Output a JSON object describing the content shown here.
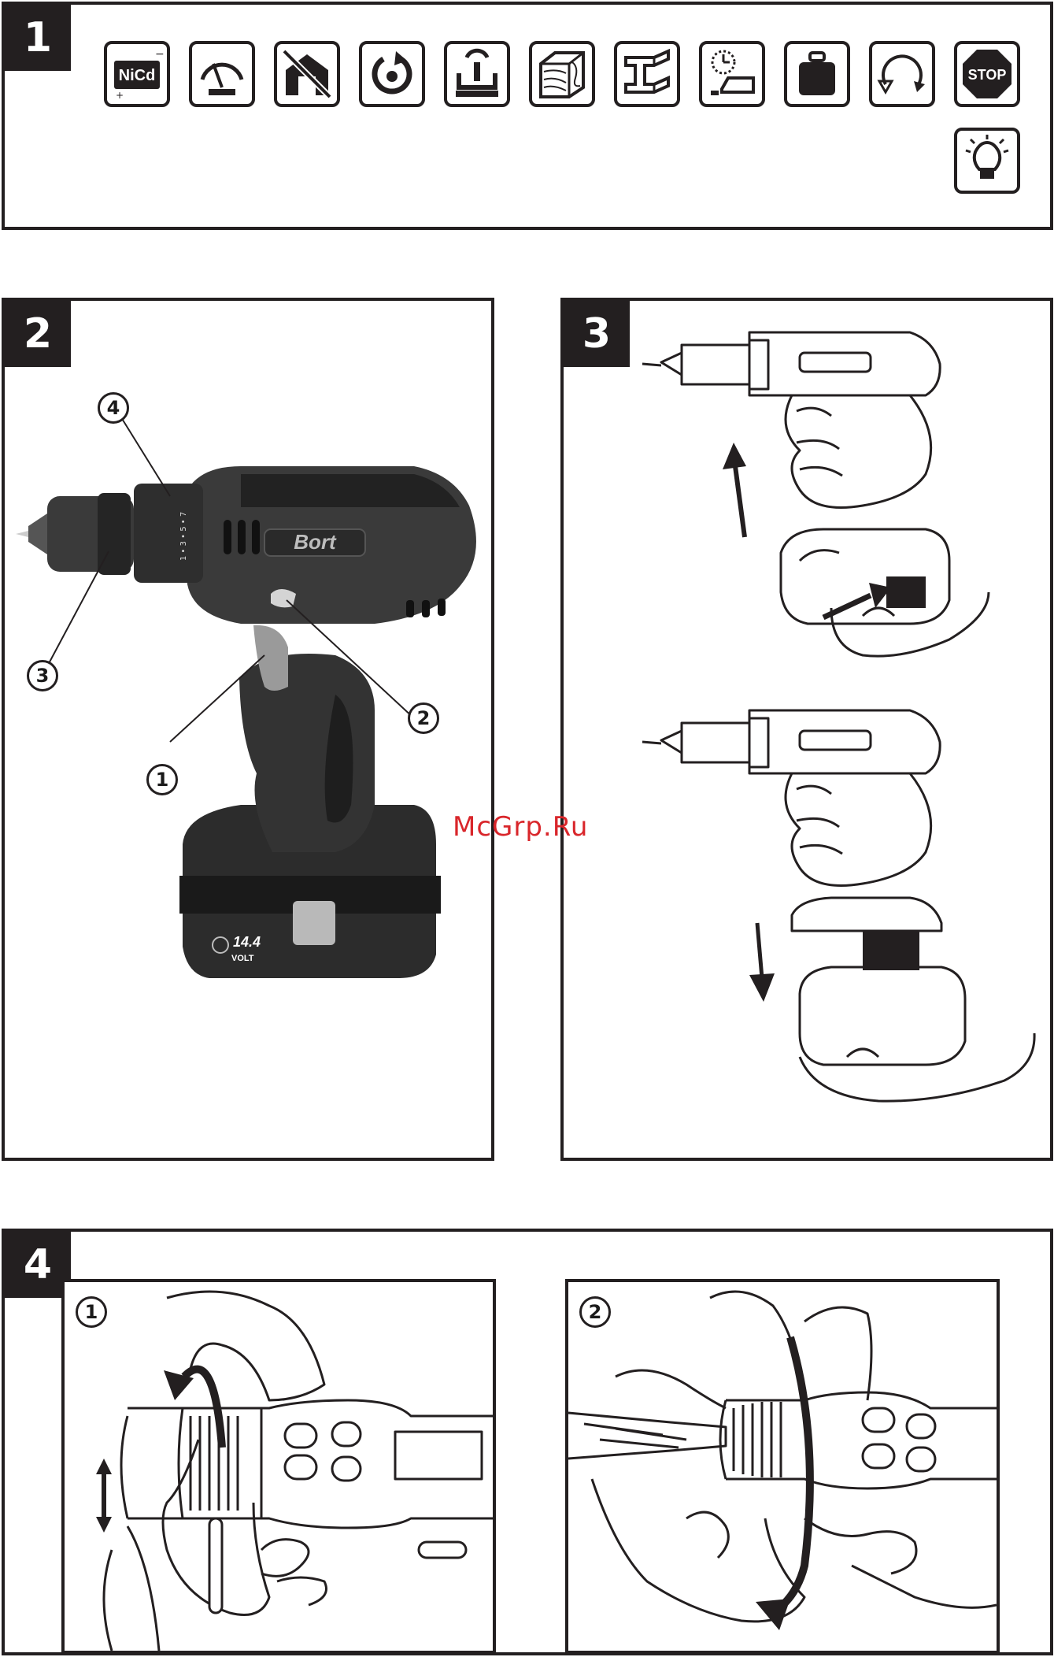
{
  "panels": {
    "p1": {
      "number": "1"
    },
    "p2": {
      "number": "2"
    },
    "p3": {
      "number": "3"
    },
    "p4": {
      "number": "4"
    }
  },
  "icons": {
    "battery": {
      "text": "NiCd",
      "plus": "+",
      "minus": "−"
    },
    "stop": {
      "text": "STOP"
    }
  },
  "callouts": {
    "c1": "1",
    "c2": "2",
    "c3": "3",
    "c4": "4"
  },
  "drill": {
    "brand": "Bort",
    "battery_voltage": "14.4",
    "battery_unit": "VOLT",
    "torque_scale": "1 • 3 • 5 • 7"
  },
  "steps": {
    "s1": "1",
    "s2": "2"
  },
  "watermark": "McGrp.Ru",
  "colors": {
    "ink": "#231f20",
    "drill_body": "#3a3a3a",
    "drill_dark": "#222222",
    "watermark": "#d9262b"
  }
}
